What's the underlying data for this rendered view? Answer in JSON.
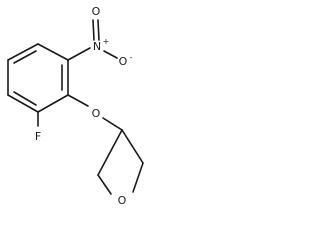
{
  "structure": {
    "atoms": {
      "nitro_nitrogen": "N",
      "nitro_oxygen_double": "O",
      "nitro_oxygen_single": "O",
      "nitro_nitrogen_charge": "+",
      "nitro_oxygen_charge": "-",
      "fluorine": "F",
      "ether_oxygen": "O",
      "oxetane_oxygen": "O"
    }
  }
}
